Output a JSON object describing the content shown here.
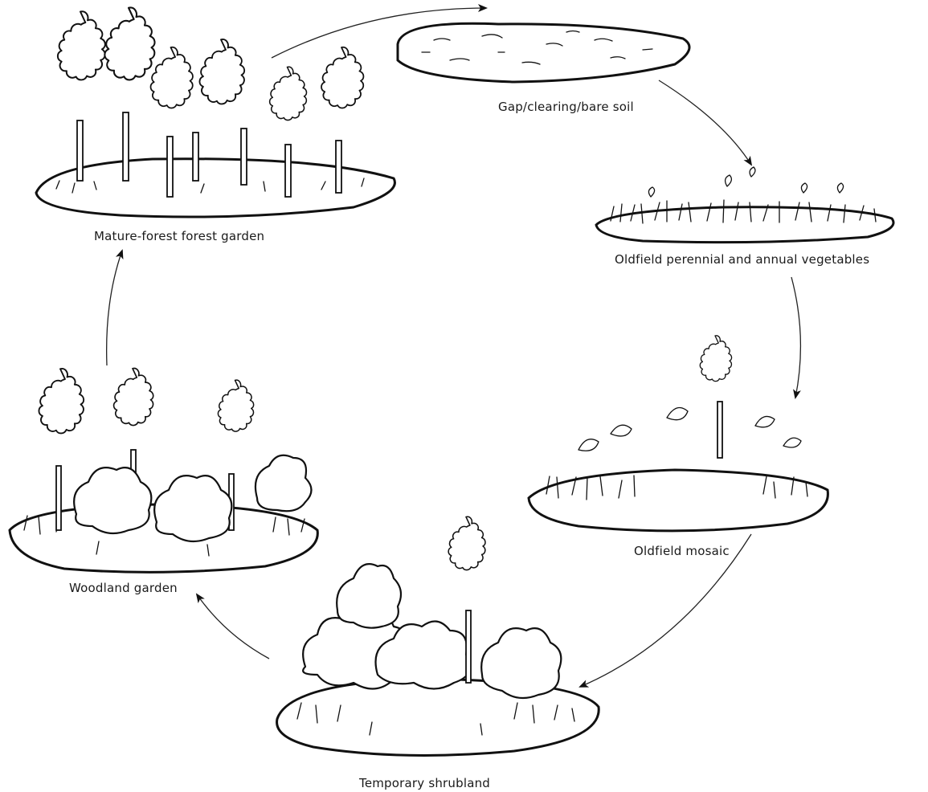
{
  "stages": [
    {
      "id": "gap",
      "label": "Gap/clearing/bare soil"
    },
    {
      "id": "oldfield-vegetables",
      "label": "Oldfield perennial and annual vegetables"
    },
    {
      "id": "oldfield-mosaic",
      "label": "Oldfield mosaic"
    },
    {
      "id": "shrubland",
      "label": "Temporary shrubland"
    },
    {
      "id": "woodland",
      "label": "Woodland garden"
    },
    {
      "id": "mature-forest",
      "label": "Mature-forest forest garden"
    }
  ],
  "cycle_order": [
    "gap",
    "oldfield-vegetables",
    "oldfield-mosaic",
    "shrubland",
    "woodland",
    "mature-forest"
  ],
  "colors": {
    "ink": "#111111",
    "paper": "#ffffff"
  }
}
